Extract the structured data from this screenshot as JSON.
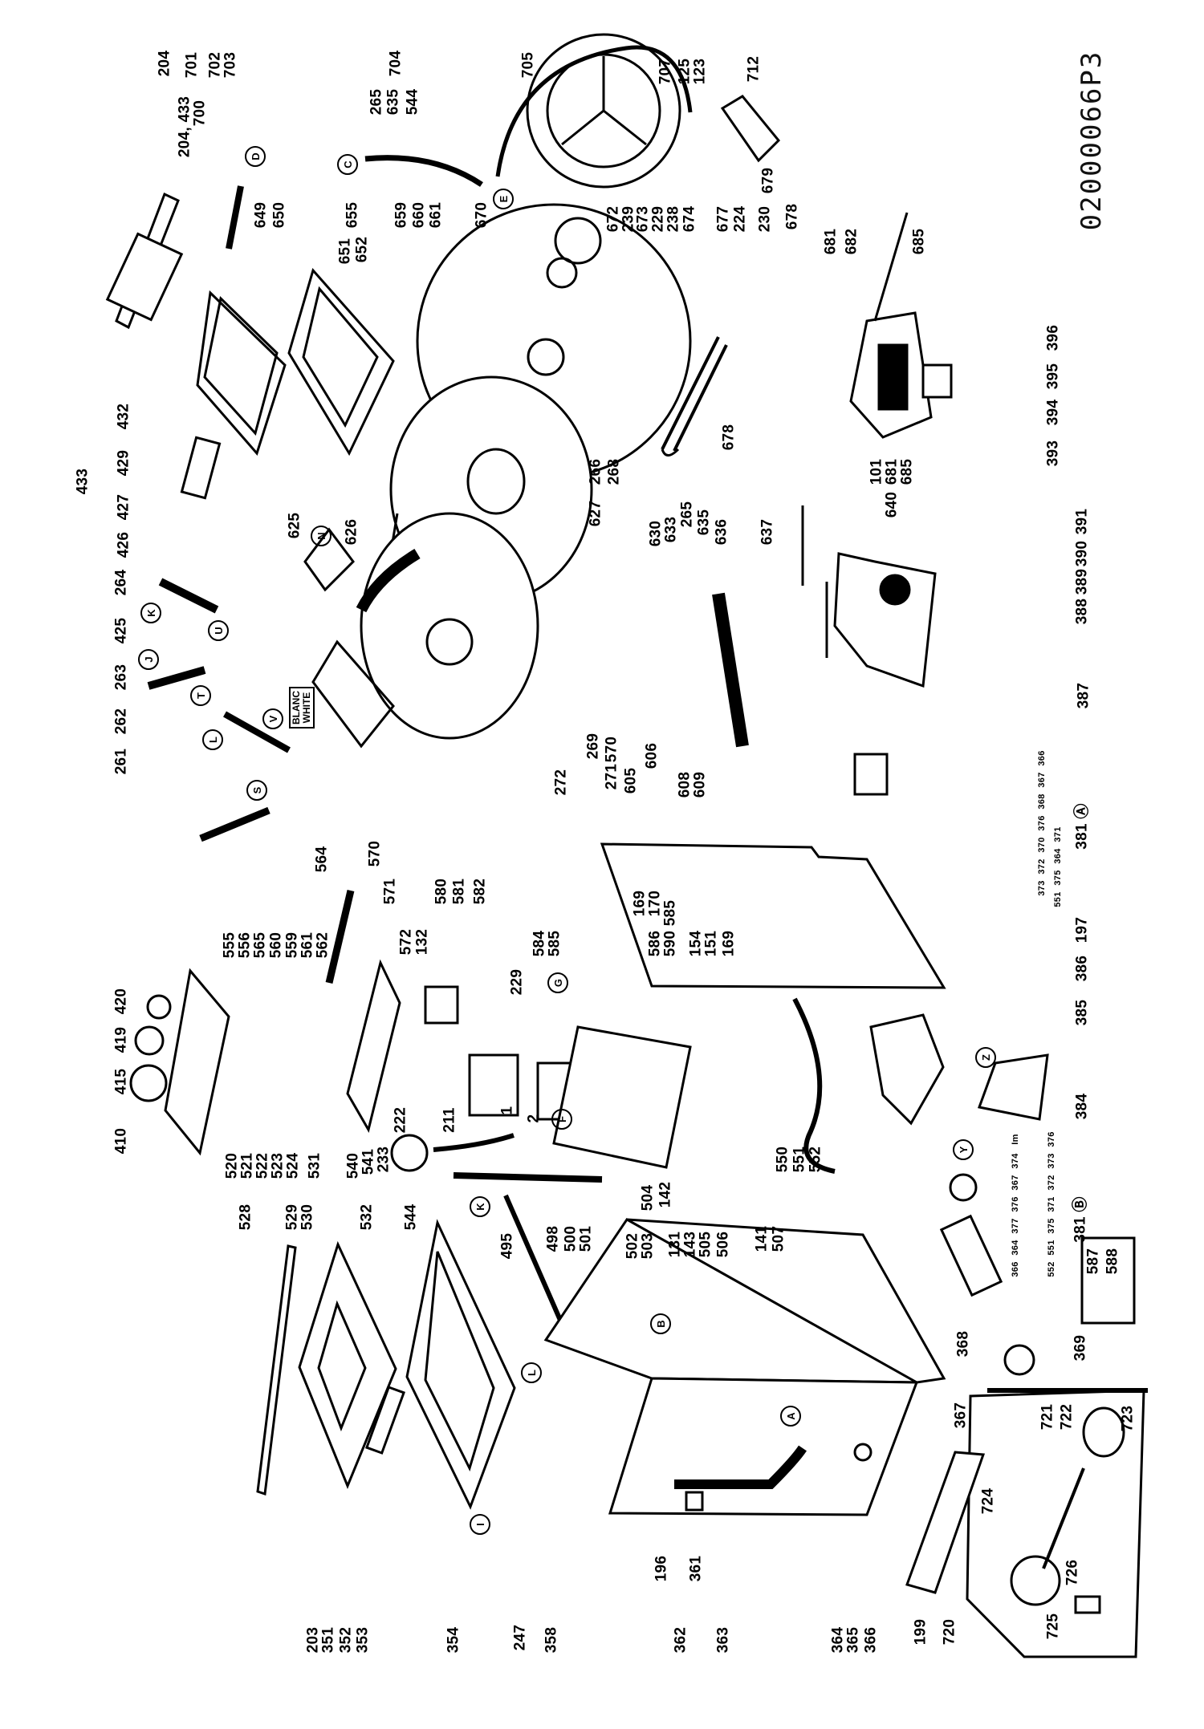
{
  "diagram": {
    "drawing_code": "02000066P3",
    "badge_line1": "BLANC",
    "badge_line2": "WHITE",
    "callouts": [
      "C",
      "D",
      "E",
      "N",
      "K",
      "U",
      "J",
      "T",
      "V",
      "L",
      "S",
      "G",
      "F",
      "Z",
      "Y",
      "A",
      "B",
      "I",
      "K",
      "L"
    ]
  },
  "part_labels": [
    "204",
    "701",
    "702",
    "703",
    "204, 433",
    "700",
    "704",
    "265",
    "635",
    "544",
    "705",
    "649",
    "650",
    "651",
    "652",
    "655",
    "659",
    "660",
    "661",
    "670",
    "432",
    "429",
    "427",
    "426",
    "433",
    "625",
    "626",
    "266",
    "268",
    "627",
    "707",
    "125",
    "123",
    "712",
    "679",
    "678",
    "672",
    "239",
    "673",
    "229",
    "238",
    "674",
    "677",
    "224",
    "230",
    "678",
    "681",
    "682",
    "685",
    "396",
    "395",
    "394",
    "393",
    "101",
    "681",
    "685",
    "640",
    "630",
    "633",
    "265",
    "635",
    "636",
    "637",
    "391",
    "390",
    "389",
    "264",
    "425",
    "263",
    "262",
    "261",
    "272",
    "269",
    "570",
    "571",
    "580",
    "581",
    "582",
    "564",
    "555",
    "556",
    "565",
    "560",
    "559",
    "561",
    "562",
    "572",
    "132",
    "229",
    "584",
    "585",
    "420",
    "419",
    "415",
    "410",
    "222",
    "211",
    "1",
    "2",
    "388",
    "387",
    "271",
    "570",
    "605",
    "606",
    "608",
    "609",
    "381 Ⓐ",
    "169",
    "170",
    "585",
    "586",
    "590",
    "154",
    "151",
    "169",
    "197",
    "386",
    "385",
    "384",
    "520",
    "521",
    "522",
    "523",
    "524",
    "540",
    "541",
    "233",
    "531",
    "528",
    "529",
    "530",
    "532",
    "544",
    "498",
    "500",
    "501",
    "495",
    "203",
    "351",
    "352",
    "353",
    "354",
    "247",
    "358",
    "504",
    "142",
    "502",
    "503",
    "131",
    "143",
    "505",
    "506",
    "141",
    "507",
    "550",
    "551",
    "552",
    "381 Ⓑ",
    "587",
    "588",
    "369",
    "368",
    "367",
    "721",
    "722",
    "723",
    "724",
    "726",
    "725",
    "720",
    "199",
    "364",
    "365",
    "366",
    "363",
    "362",
    "196",
    "361"
  ],
  "kit_labels_a": [
    "366",
    "367",
    "368",
    "376",
    "370",
    "372",
    "373",
    "371",
    "364",
    "375",
    "551"
  ],
  "kit_labels_b": [
    "Im",
    "374",
    "367",
    "376",
    "377",
    "364",
    "366",
    "376",
    "373",
    "372",
    "371",
    "375",
    "551",
    "552"
  ]
}
